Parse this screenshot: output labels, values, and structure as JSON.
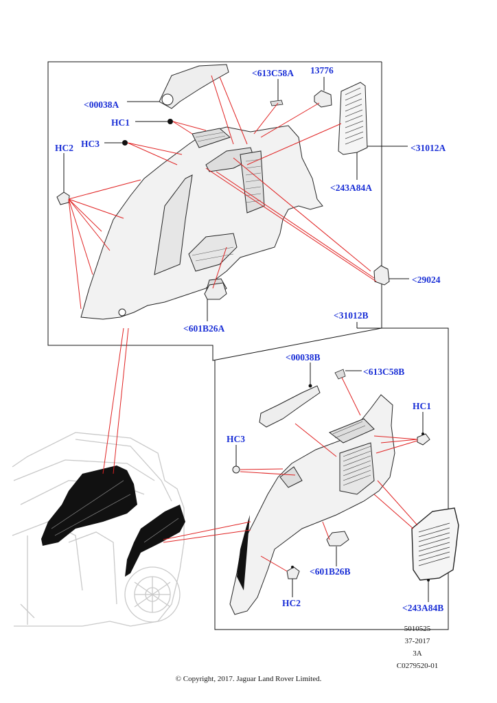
{
  "labels": {
    "part_00038A": "<00038A",
    "part_HC1_top": "HC1",
    "part_HC3_top": "HC3",
    "part_HC2_top": "HC2",
    "part_613C58A": "<613C58A",
    "part_13776": "13776",
    "part_31012A": "<31012A",
    "part_243A84A": "<243A84A",
    "part_29024": "<29024",
    "part_601B26A": "<601B26A",
    "part_31012B": "<31012B",
    "part_00038B": "<00038B",
    "part_613C58B": "<613C58B",
    "part_HC1_bottom": "HC1",
    "part_HC3_bottom": "HC3",
    "part_601B26B": "<601B26B",
    "part_HC2_bottom": "HC2",
    "part_243A84B": "<243A84B"
  },
  "metadata": {
    "line1": "5010525",
    "line2": "37-2017",
    "line3": "3A",
    "line4": "C0279520-01"
  },
  "copyright": "© Copyright, 2017. Jaguar Land Rover Limited.",
  "colors": {
    "label_blue": "#1a2fd6",
    "leader_red": "#e02020",
    "panel_fill": "#f2f2f2"
  }
}
